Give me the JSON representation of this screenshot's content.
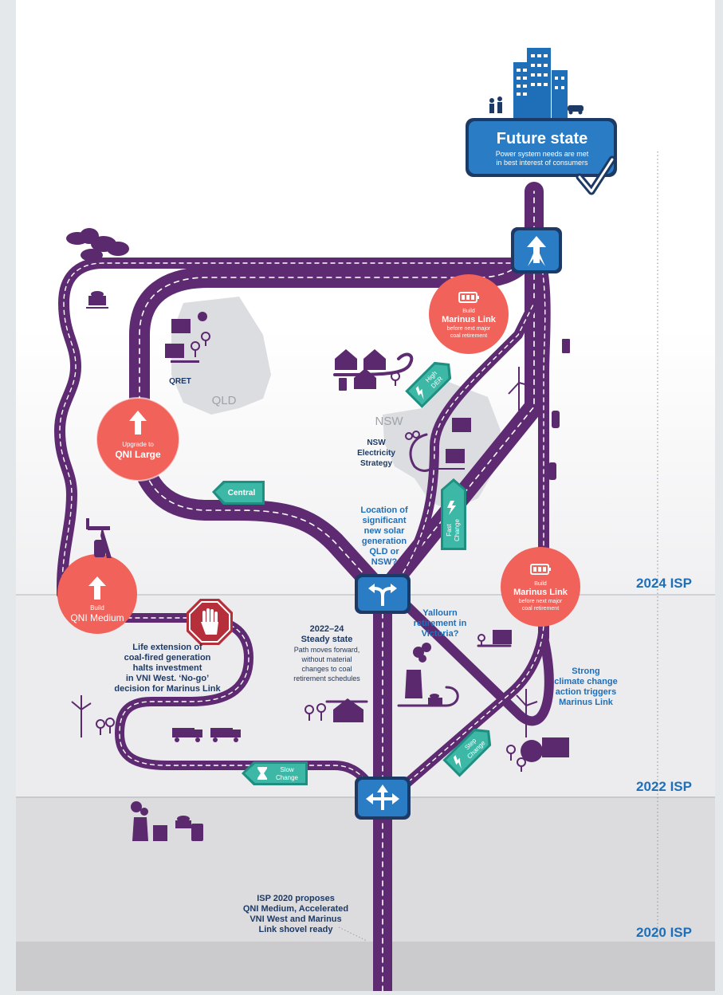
{
  "future_state": {
    "title": "Future state",
    "line1": "Power system needs are met",
    "line2": "in best interest of consumers"
  },
  "timeline": {
    "isp_2024": "2024 ISP",
    "isp_2022": "2022 ISP",
    "isp_2020": "2020 ISP"
  },
  "regions": {
    "qld": "QLD",
    "nsw": "NSW"
  },
  "labels": {
    "qret": "QRET",
    "nsw_strategy": [
      "NSW",
      "Electricity",
      "Strategy"
    ],
    "location_question": [
      "Location of",
      "significant",
      "new solar",
      "generation",
      "QLD or",
      "NSW?"
    ],
    "yallourn": [
      "Yallourn",
      "retirement in",
      "Victoria?"
    ],
    "steady_title": [
      "2022–24",
      "Steady state"
    ],
    "steady_body": [
      "Path moves forward,",
      "without material",
      "changes to coal",
      "retirement schedules"
    ],
    "life_extension": [
      "Life extension of",
      "coal-fired generation",
      "halts investment",
      "in VNI West. ‘No-go’",
      "decision for Marinus Link"
    ],
    "strong_climate": [
      "Strong",
      "climate change",
      "action triggers",
      "Marinus Link"
    ],
    "isp2020": [
      "ISP 2020 proposes",
      "QNI Medium, Accelerated",
      "VNI West and Marinus",
      "Link shovel ready"
    ]
  },
  "circles": {
    "qni_large": {
      "small": "Upgrade to",
      "big": "QNI Large"
    },
    "qni_medium": {
      "small": "Build",
      "big": "QNI Medium"
    },
    "marinus_top": {
      "small": "Build",
      "big": "Marinus Link",
      "sub1": "before next major",
      "sub2": "coal retirement"
    },
    "marinus_bottom": {
      "small": "Build",
      "big": "Marinus Link",
      "sub1": "before next major",
      "sub2": "coal retirement"
    }
  },
  "signs": {
    "central": [
      "Central"
    ],
    "high_der": [
      "High",
      "DER"
    ],
    "fast_change": [
      "Fast",
      "Change"
    ],
    "slow_change": [
      "Slow",
      "Change"
    ],
    "step_change": [
      "Step",
      "Change"
    ]
  },
  "colors": {
    "road": "#5e2a72",
    "coral": "#f0625a",
    "teal": "#3db8a7",
    "blue": "#1f6fb8",
    "navy": "#1d3a66",
    "purple": "#5b2a6e"
  },
  "icons": [
    "buildings-icon",
    "pedestrians-icon",
    "car-icon",
    "checkmark-icon",
    "merge-arrow-icon",
    "fork-arrow-icon",
    "three-way-arrow-icon",
    "stop-hand-icon",
    "clouds-icon",
    "coal-wagon-icon",
    "solar-panel-icon",
    "tree-icon",
    "sun-icon",
    "house-icon",
    "battery-icon",
    "wind-turbine-icon",
    "electric-car-icon",
    "oil-pump-icon",
    "factory-icon",
    "truck-icon",
    "hydro-icon",
    "lightning-icon",
    "hourglass-icon",
    "up-arrow-icon"
  ]
}
